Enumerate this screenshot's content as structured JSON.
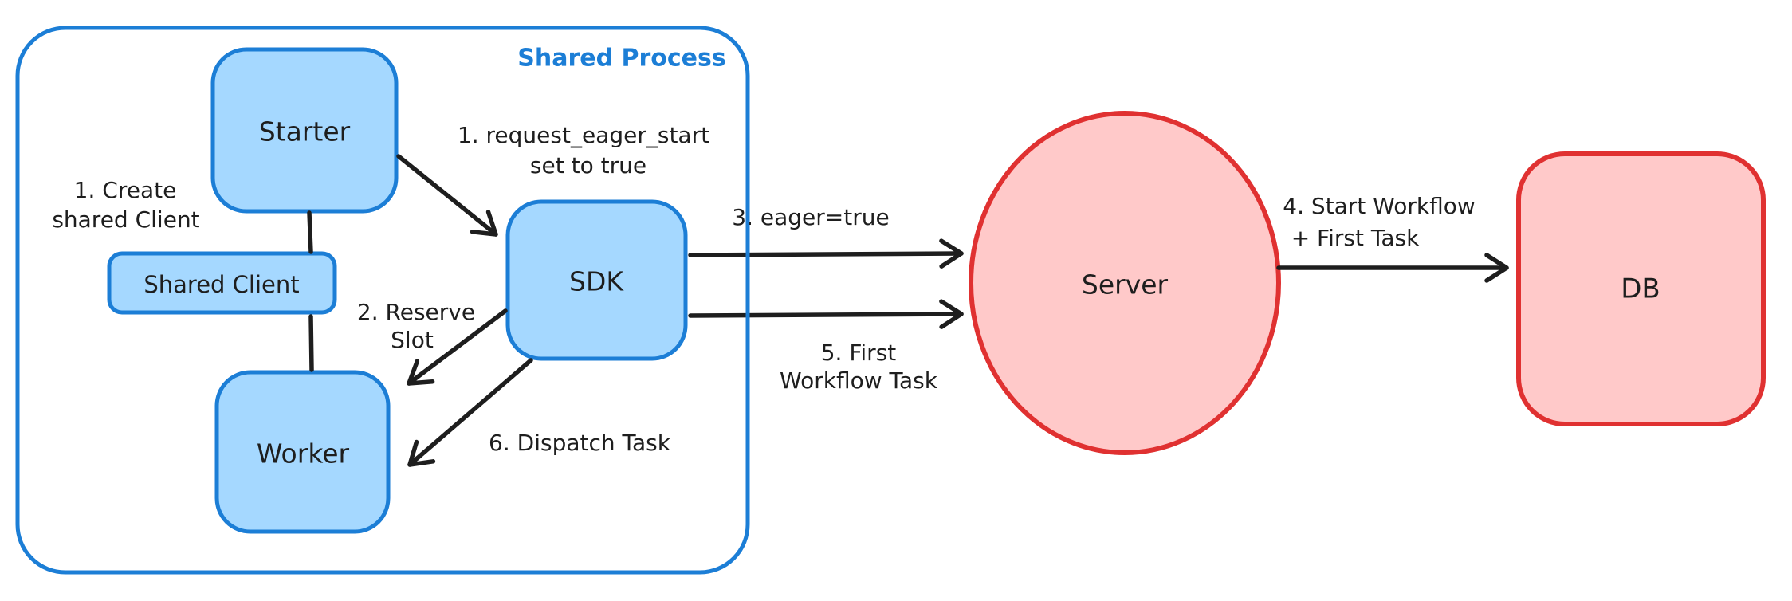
{
  "colors": {
    "blue_stroke": "#1c7ed6",
    "blue_fill": "#a5d8ff",
    "red_stroke": "#e03131",
    "red_fill": "#ffc9c9",
    "ink": "#1e1e1e",
    "label_blue": "#1c7ed6",
    "canvas": "#ffffff"
  },
  "container": {
    "label": "Shared Process"
  },
  "nodes": {
    "starter": {
      "label": "Starter"
    },
    "shared_client": {
      "label": "Shared Client"
    },
    "worker": {
      "label": "Worker"
    },
    "sdk": {
      "label": "SDK"
    },
    "server": {
      "label": "Server"
    },
    "db": {
      "label": "DB"
    }
  },
  "annotations": {
    "create_client": {
      "line1": "1. Create",
      "line2": "shared Client"
    },
    "request_eager_start": {
      "line1": "1. request_eager_start",
      "line2": "set to true"
    },
    "reserve_slot": {
      "line1": "2. Reserve",
      "line2": "Slot"
    },
    "eager_true": {
      "text": "3. eager=true"
    },
    "start_workflow": {
      "line1": "4. Start Workflow",
      "line2": "+ First Task"
    },
    "first_workflow_task": {
      "line1": "5. First",
      "line2": "Workflow Task"
    },
    "dispatch_task": {
      "text": "6. Dispatch Task"
    }
  }
}
